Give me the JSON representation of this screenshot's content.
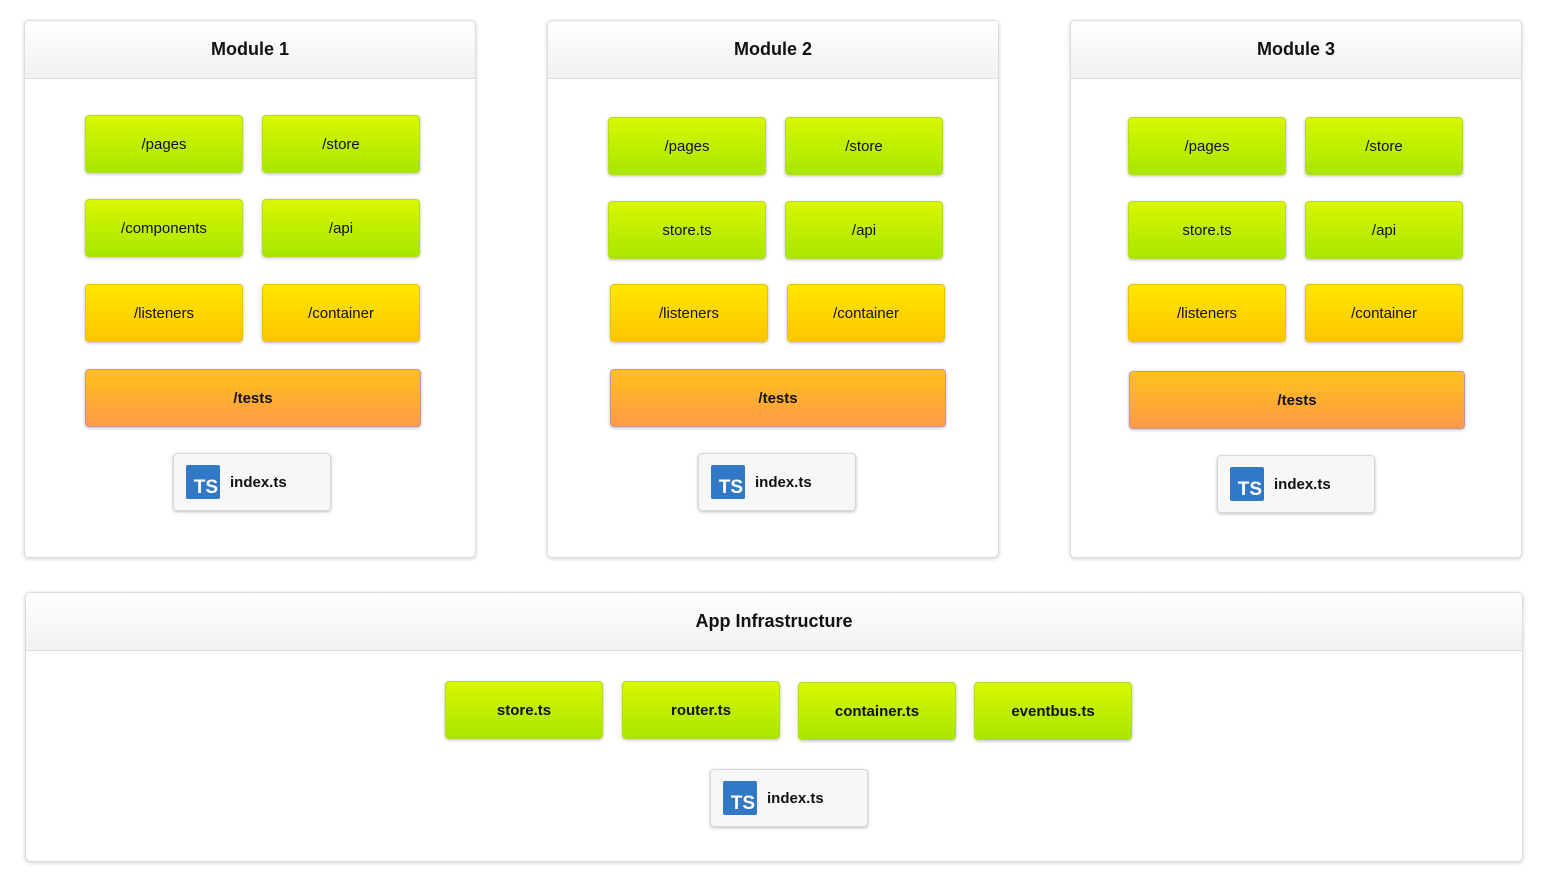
{
  "modules": [
    {
      "title": "Module 1",
      "tiles": {
        "pages": "/pages",
        "store": "/store",
        "components": "/components",
        "api": "/api",
        "listeners": "/listeners",
        "container": "/container",
        "tests": "/tests"
      },
      "index": "index.ts"
    },
    {
      "title": "Module 2",
      "tiles": {
        "pages": "/pages",
        "store": "/store",
        "store_ts": "store.ts",
        "api": "/api",
        "listeners": "/listeners",
        "container": "/container",
        "tests": "/tests"
      },
      "index": "index.ts"
    },
    {
      "title": "Module 3",
      "tiles": {
        "pages": "/pages",
        "store": "/store",
        "store_ts": "store.ts",
        "api": "/api",
        "listeners": "/listeners",
        "container": "/container",
        "tests": "/tests"
      },
      "index": "index.ts"
    }
  ],
  "infrastructure": {
    "title": "App Infrastructure",
    "files": [
      "store.ts",
      "router.ts",
      "container.ts",
      "eventbus.ts"
    ],
    "index": "index.ts"
  },
  "ts_icon_text": "TS",
  "colors": {
    "green_tile": "#c4f000",
    "yellow_tile": "#ffd400",
    "orange_tile": "#ffae30",
    "ts_icon": "#3178c6"
  }
}
